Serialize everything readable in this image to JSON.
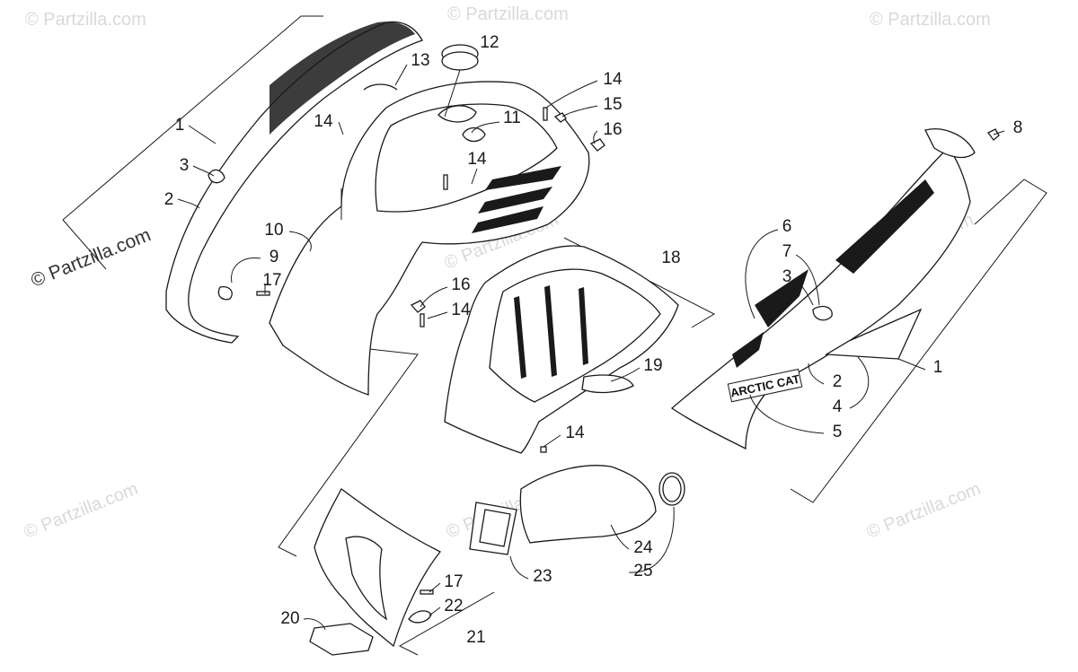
{
  "watermarks": {
    "main": "© Partzilla.com",
    "faint": "© Partzilla.com"
  },
  "brand_decal": "ARCTIC CAT",
  "callouts": [
    {
      "id": "c1a",
      "label": "1"
    },
    {
      "id": "c2a",
      "label": "2"
    },
    {
      "id": "c3a",
      "label": "3"
    },
    {
      "id": "c9",
      "label": "9"
    },
    {
      "id": "c17a",
      "label": "17"
    },
    {
      "id": "c10",
      "label": "10"
    },
    {
      "id": "c13",
      "label": "13"
    },
    {
      "id": "c12",
      "label": "12"
    },
    {
      "id": "c14a",
      "label": "14"
    },
    {
      "id": "c11",
      "label": "11"
    },
    {
      "id": "c14b",
      "label": "14"
    },
    {
      "id": "c14c",
      "label": "14"
    },
    {
      "id": "c15",
      "label": "15"
    },
    {
      "id": "c16a",
      "label": "16"
    },
    {
      "id": "c18",
      "label": "18"
    },
    {
      "id": "c16b",
      "label": "16"
    },
    {
      "id": "c14d",
      "label": "14"
    },
    {
      "id": "c19",
      "label": "19"
    },
    {
      "id": "c14e",
      "label": "14"
    },
    {
      "id": "c8",
      "label": "8"
    },
    {
      "id": "c6",
      "label": "6"
    },
    {
      "id": "c7",
      "label": "7"
    },
    {
      "id": "c3b",
      "label": "3"
    },
    {
      "id": "c1b",
      "label": "1"
    },
    {
      "id": "c2b",
      "label": "2"
    },
    {
      "id": "c4",
      "label": "4"
    },
    {
      "id": "c5",
      "label": "5"
    },
    {
      "id": "c24",
      "label": "24"
    },
    {
      "id": "c25",
      "label": "25"
    },
    {
      "id": "c23",
      "label": "23"
    },
    {
      "id": "c17b",
      "label": "17"
    },
    {
      "id": "c22",
      "label": "22"
    },
    {
      "id": "c20",
      "label": "20"
    },
    {
      "id": "c21",
      "label": "21"
    }
  ],
  "colors": {
    "line": "#1a1a1a",
    "watermark": "#d9d9d9",
    "background": "#ffffff"
  }
}
